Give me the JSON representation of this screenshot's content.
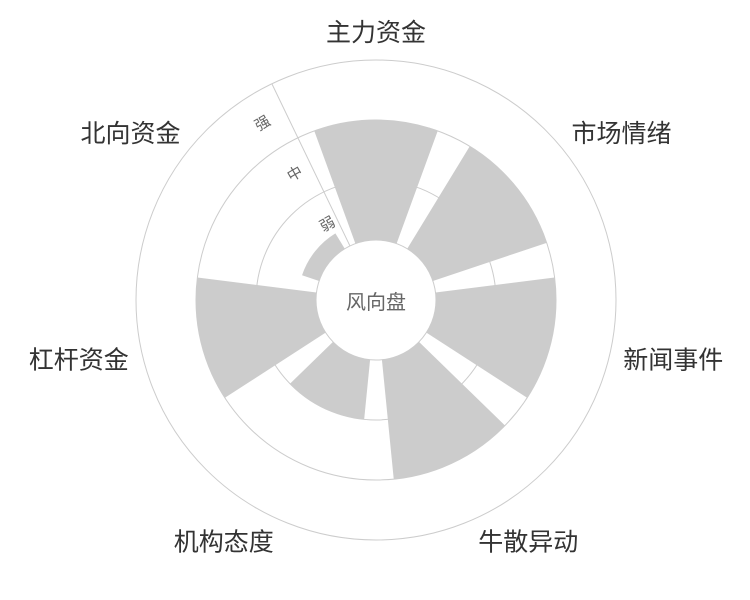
{
  "chart_data": {
    "type": "bar",
    "subtype": "polar",
    "title": "风向盘",
    "categories": [
      "主力资金",
      "市场情绪",
      "新闻事件",
      "牛散异动",
      "机构态度",
      "杠杆资金",
      "北向资金"
    ],
    "values": [
      2,
      2,
      2,
      2,
      1,
      2,
      0.3
    ],
    "radial_ticks": [
      "弱",
      "中",
      "强"
    ],
    "radial_range": [
      0,
      3
    ],
    "grid": true,
    "bar_color": "#cccccc",
    "grid_color": "#cccccc"
  }
}
